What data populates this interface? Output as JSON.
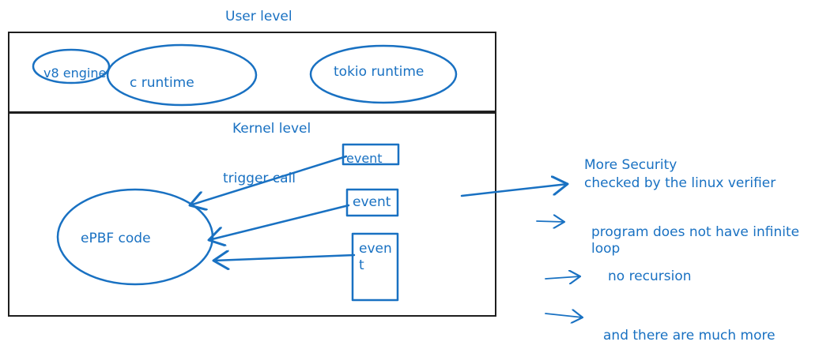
{
  "labels": {
    "user_level": "User level",
    "kernel_level": "Kernel level",
    "v8_engine": "v8 engine",
    "c_runtime": "c runtime",
    "tokio_runtime": "tokio runtime",
    "trigger_call": "trigger call",
    "event_1": "event",
    "event_2": "event",
    "event_3": "even t",
    "epbf_code": "ePBF code"
  },
  "notes": {
    "security_line1": "More Security",
    "security_line2": "checked by the linux verifier",
    "no_infinite_loop": "program does not have infinite loop",
    "no_recursion": "no recursion",
    "much_more": "and there are much more"
  },
  "colors": {
    "ink": "#1971c2",
    "frame": "#1e1e1e",
    "background": "#ffffff"
  }
}
